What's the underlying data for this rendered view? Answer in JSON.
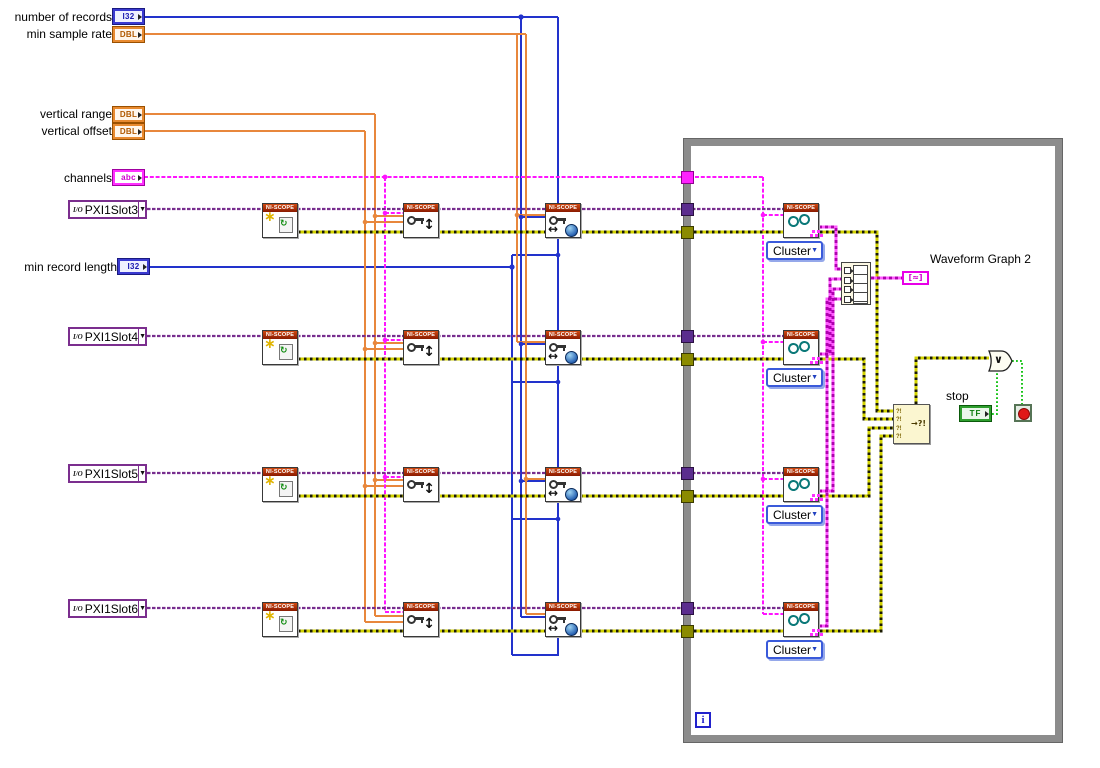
{
  "controls": {
    "number_of_records": {
      "label": "number of records",
      "type": "I32"
    },
    "min_sample_rate": {
      "label": "min sample rate",
      "type": "DBL"
    },
    "vertical_range": {
      "label": "vertical range",
      "type": "DBL"
    },
    "vertical_offset": {
      "label": "vertical offset",
      "type": "DBL"
    },
    "channels": {
      "label": "channels",
      "type": "abc"
    },
    "min_record_length": {
      "label": "min record length",
      "type": "I32"
    },
    "pxi_slot3": {
      "label": "PXI1Slot3"
    },
    "pxi_slot4": {
      "label": "PXI1Slot4"
    },
    "pxi_slot5": {
      "label": "PXI1Slot5"
    },
    "pxi_slot6": {
      "label": "PXI1Slot6"
    },
    "stop": {
      "label": "stop",
      "type": "TF"
    }
  },
  "indicators": {
    "waveform_graph2": {
      "label": "Waveform Graph 2",
      "glyph": "[≈]"
    }
  },
  "nodes": {
    "vi_banner": "NI-SCOPE",
    "cluster_label": "Cluster",
    "io_glyph": "I/O",
    "merge_input": "?!",
    "merge_output": "→?!"
  },
  "icons": {
    "star": "∗",
    "refresh": "↻",
    "arrows_vertical": "↕",
    "arrows_horizontal": "↔",
    "dropdown": "▼",
    "or_symbol": "∨",
    "iteration": "i"
  },
  "colors": {
    "i32_wire": "#2233cc",
    "dbl_wire": "#e8873c",
    "string_wire": "#ff10ff",
    "visa_wire": "#772d8e",
    "error_wire": "#c6c600",
    "bool_wire": "#00b800",
    "loop_border": "#8c8c8c",
    "vi_banner_bg": "#b83000"
  }
}
